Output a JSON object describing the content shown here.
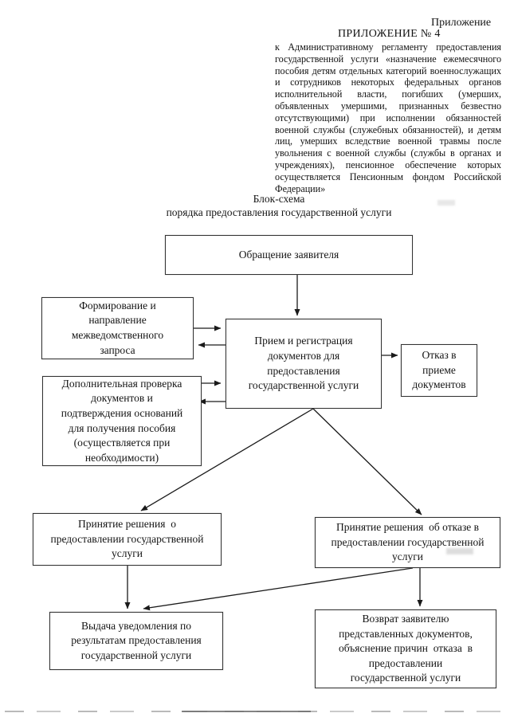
{
  "header": {
    "line1": "Приложение",
    "line2": "ПРИЛОЖЕНИЕ № 4",
    "paragraph_lines": [
      "к Административному регламенту предоставления",
      "государственной услуги «назначение ежемесячного",
      "пособия детям отдельных категорий военнослужащих",
      "и сотрудников некоторых федеральных органов",
      "исполнительной власти, погибших (умерших,",
      "объявленных умершими, признанных безвестно",
      "отсутствующими) при исполнении обязанностей",
      "военной службы (служебных обязанностей), и детям",
      "лиц, умерших вследствие военной травмы после",
      "увольнения с военной службы (службы в органах и",
      "учреждениях), пенсионное обеспечение которых",
      "осуществляется Пенсионным фондом Российской",
      "Федерации»"
    ]
  },
  "title": {
    "line1": "Блок-схема",
    "line2": "порядка предоставления государственной услуги"
  },
  "flowchart": {
    "nodes": {
      "applicant": "Обращение заявителя",
      "intake": "Прием и регистрация\nдокументов для\nпредоставления\nгосударственной услуги",
      "interagency": "Формирование и\nнаправление\nмежведомственного\nзапроса",
      "additional_check": "Дополнительная проверка\nдокументов и\nподтверждения оснований\nдля получения пособия\n(осуществляется при\nнеобходимости)",
      "refusal_accept": "Отказ в\nприеме\nдокументов",
      "decision_grant": "Принятие решения  о\nпредоставлении государственной\nуслуги",
      "decision_deny": "Принятие решения  об отказе в\nпредоставлении государственной\nуслуги",
      "notice": "Выдача уведомления по\nрезультатам предоставления\nгосударственной услуги",
      "return_docs": "Возврат заявителю\nпредставленных документов,\nобъяснение причин  отказа  в\nпредоставлении\nгосударственной услуги"
    }
  },
  "colors": {
    "ink": "#141414",
    "border": "#333333",
    "background": "#ffffff"
  }
}
